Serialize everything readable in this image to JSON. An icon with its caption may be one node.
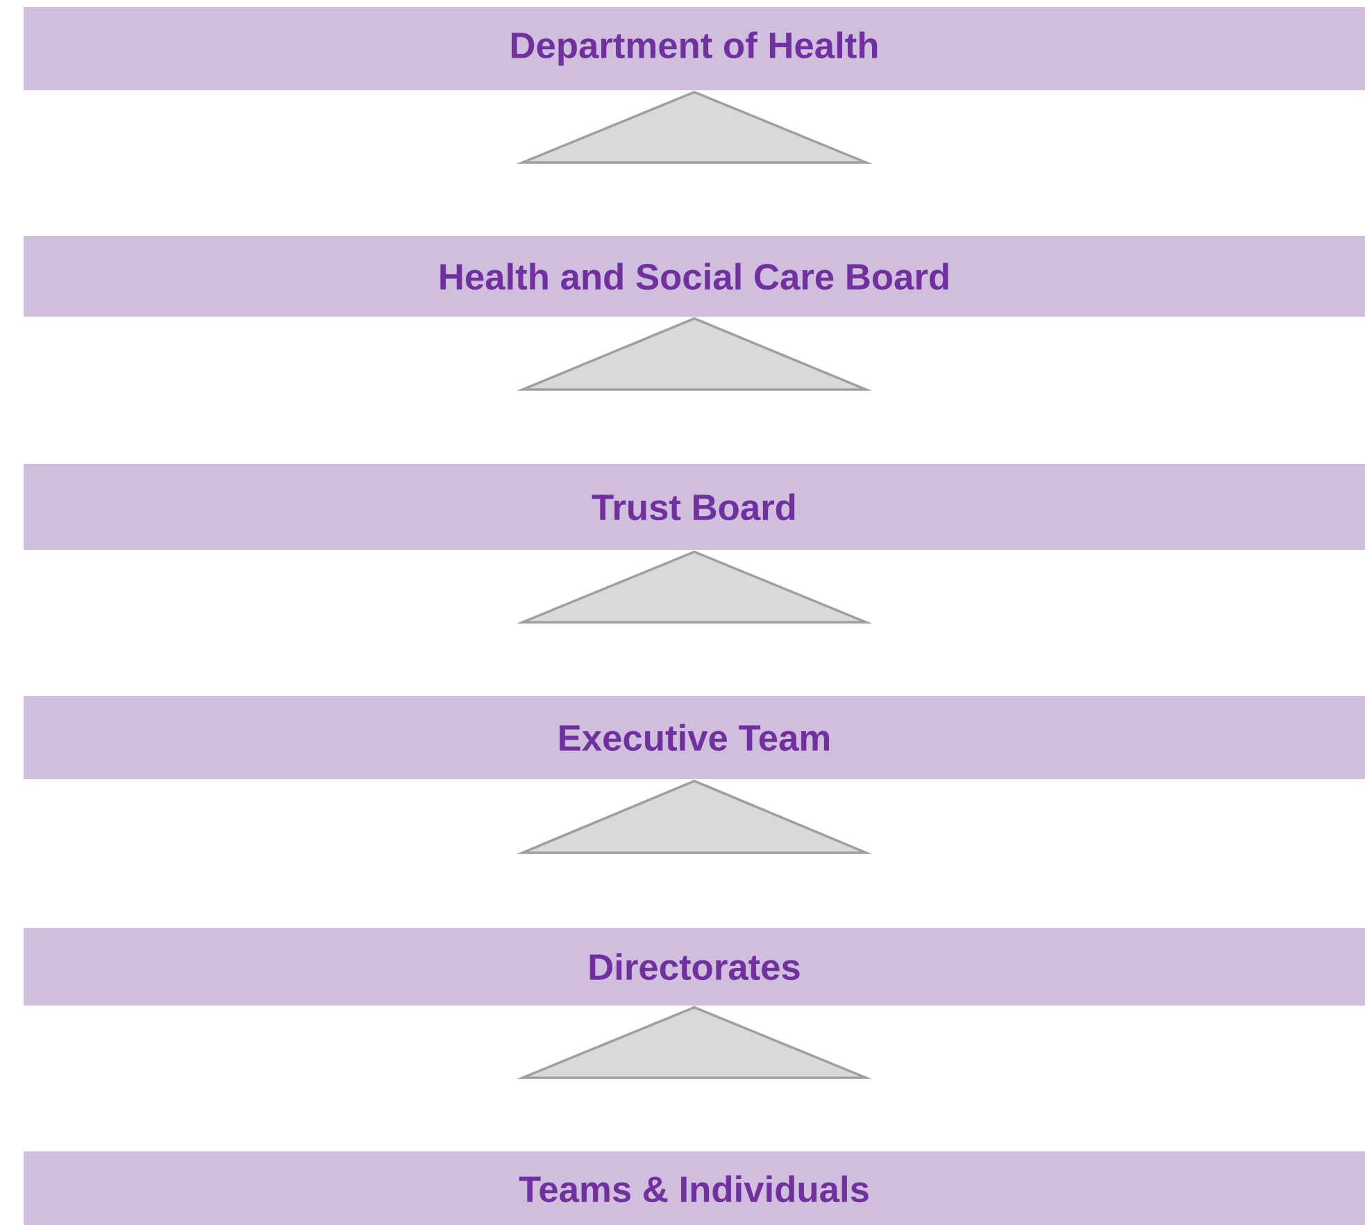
{
  "diagram": {
    "nodes": [
      {
        "text": [
          "Department of Health"
        ]
      },
      {
        "text": [
          "Health and Social Care Board"
        ]
      },
      {
        "text": [
          "Trust Board"
        ]
      },
      {
        "text": [
          "Executive Team"
        ]
      },
      {
        "text": [
          "Directorates"
        ]
      },
      {
        "text": [
          "Teams & Individuals"
        ]
      }
    ],
    "edges": [
      {
        "from": 1,
        "to": 0,
        "arrow": "to"
      },
      {
        "from": 2,
        "to": 1,
        "arrow": "to"
      },
      {
        "from": 3,
        "to": 2,
        "arrow": "to"
      },
      {
        "from": 4,
        "to": 3,
        "arrow": "to"
      },
      {
        "from": 5,
        "to": 4,
        "arrow": "to"
      }
    ]
  }
}
